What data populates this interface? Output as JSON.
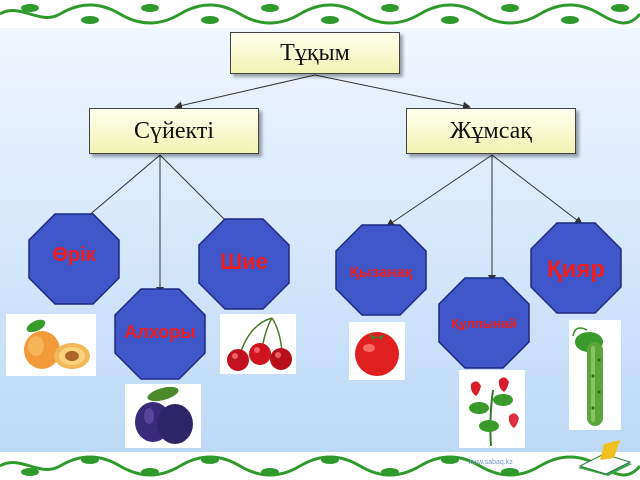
{
  "root": {
    "label": "Тұқым"
  },
  "branches": [
    {
      "label": "Сүйекті"
    },
    {
      "label": "Жұмсақ"
    }
  ],
  "items": [
    {
      "label": "Өрік",
      "icon": "apricot-icon"
    },
    {
      "label": "Алхоры",
      "icon": "plum-icon"
    },
    {
      "label": "Шие",
      "icon": "cherry-icon"
    },
    {
      "label": "Қызанақ",
      "icon": "tomato-icon"
    },
    {
      "label": "Құлпынай",
      "icon": "strawberry-icon"
    },
    {
      "label": "Қияр",
      "icon": "cucumber-icon"
    }
  ],
  "footer": {
    "credit": "www.sabaq.kz"
  },
  "colors": {
    "octagon_fill": "#3f57c8",
    "label_red": "#ee1c1c",
    "border_green": "#2f9a2c"
  }
}
